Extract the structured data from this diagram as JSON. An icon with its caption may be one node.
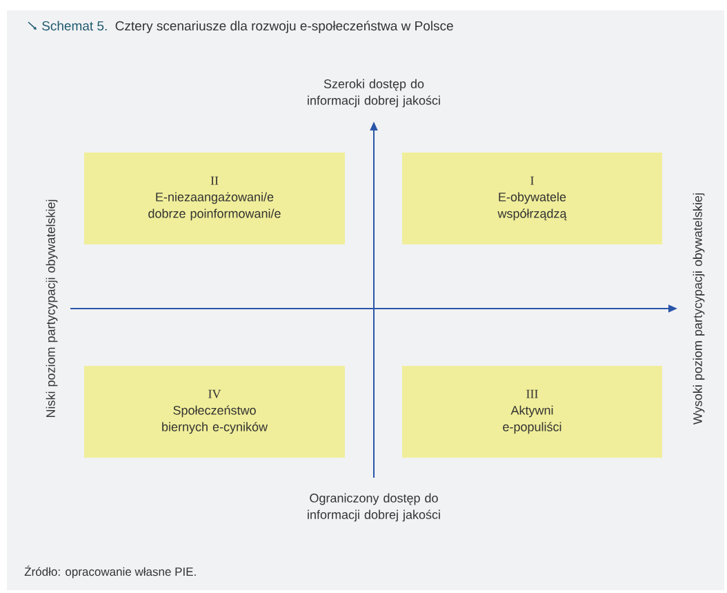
{
  "diagram": {
    "title": "Cztery scenariusze dla rozwoju e-społeczeństwa w Polsce",
    "caption": "Źródło: opracowanie własne PIE.",
    "nodes": [
      {
        "text": [
          "II",
          "E-niezaangażowani/e dobrze poinformowani/e"
        ]
      },
      {
        "text": [
          "I",
          "E-obywatele współrządzą"
        ]
      },
      {
        "text": [
          "IV",
          "Społeczeństwo biernych e-cyników"
        ]
      },
      {
        "text": [
          "III",
          "Aktywni e-populiści"
        ]
      }
    ],
    "labels": [
      "Schemat 5.",
      "Szeroki dostęp do informacji dobrej jakości",
      "Niski poziom partycypacji obywatelskiej",
      "Wysoki poziom partycypacji obywatelskiej",
      "Ograniczony dostęp do informacji dobrej jakości"
    ]
  }
}
